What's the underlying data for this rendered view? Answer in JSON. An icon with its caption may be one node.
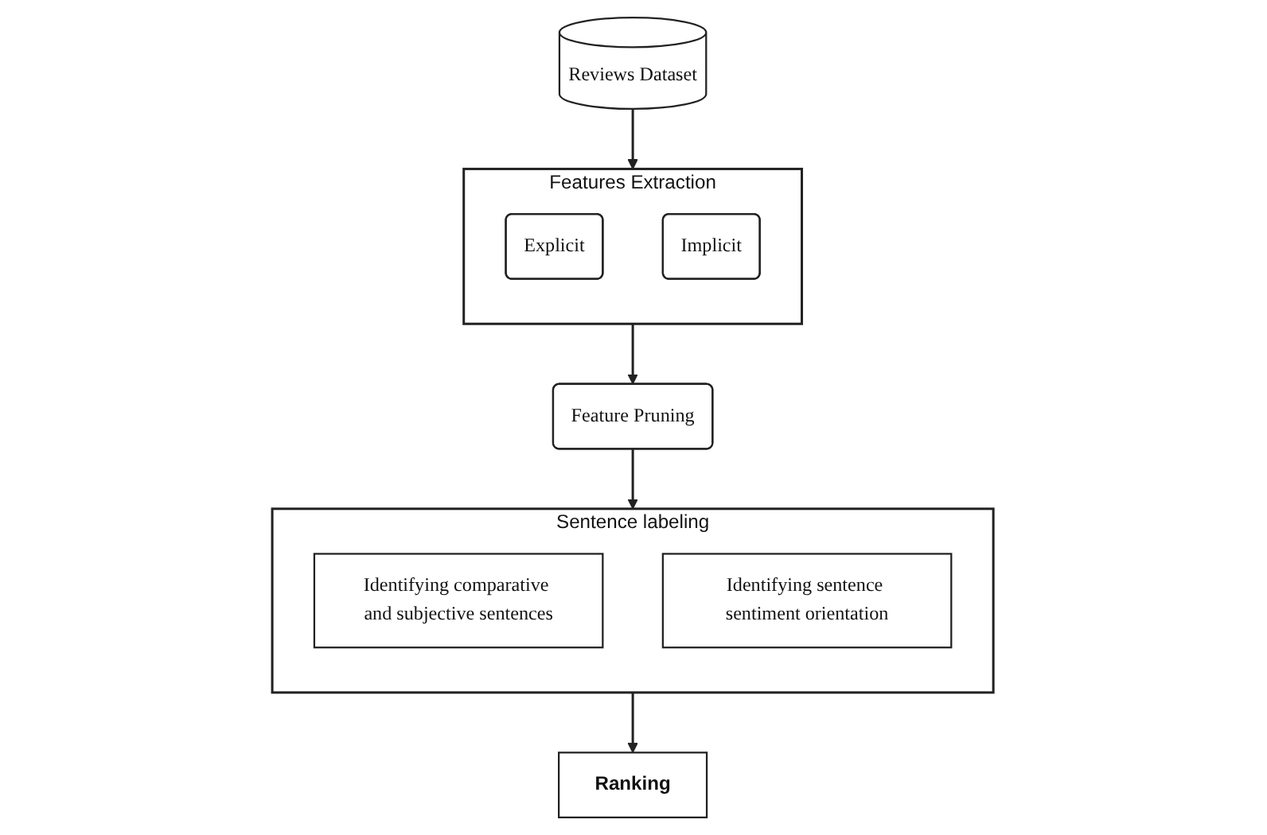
{
  "diagram": {
    "nodes": [
      {
        "text": [
          "Reviews Dataset"
        ]
      },
      {
        "text": [
          "Features Extraction"
        ]
      },
      {
        "text": [
          "Explicit"
        ],
        "in": 1
      },
      {
        "text": [
          "Implicit"
        ],
        "in": 1
      },
      {
        "text": [
          "Feature Pruning"
        ]
      },
      {
        "text": [
          "Sentence labeling"
        ]
      },
      {
        "text": [
          "Identifying comparative and subjective sentences"
        ],
        "in": 5
      },
      {
        "text": [
          "Identifying sentence sentiment orientation"
        ],
        "in": 5
      },
      {
        "text": [
          "Ranking"
        ]
      }
    ],
    "edges": [
      {
        "from": 0,
        "to": 1,
        "arrow": "to"
      },
      {
        "from": 1,
        "to": 4,
        "arrow": "to"
      },
      {
        "from": 4,
        "to": 5,
        "arrow": "to"
      },
      {
        "from": 5,
        "to": 8,
        "arrow": "to"
      }
    ]
  }
}
